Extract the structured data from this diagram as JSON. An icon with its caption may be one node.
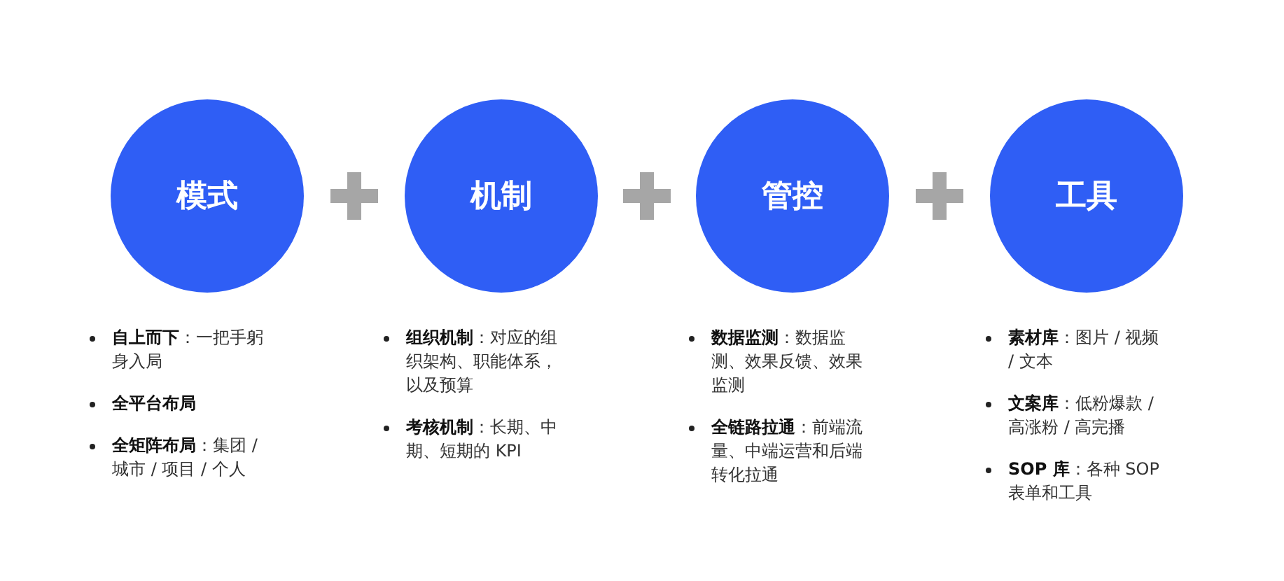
{
  "diagram": {
    "nodes": [
      {
        "text": [
          "模式"
        ],
        "beside": [
          "**自上而下**：一把手躬身入局",
          "**全平台布局**",
          "**全矩阵布局**：集团 / 城市 / 项目 / 个人"
        ]
      },
      {
        "text": [
          "机制"
        ],
        "beside": [
          "**组织机制**：对应的组织架构、职能体系，以及预算",
          "**考核机制**：长期、中期、短期的 KPI"
        ]
      },
      {
        "text": [
          "管控"
        ],
        "beside": [
          "**数据监测**：数据监测、效果反馈、效果监测",
          "**全链路拉通**：前端流量、中端运营和后端转化拉通"
        ]
      },
      {
        "text": [
          "工具"
        ],
        "beside": [
          "**素材库**：图片 / 视频 / 文本",
          "**文案库**：低粉爆款 / 高涨粉 / 高完播",
          "**SOP 库**：各种 SOP 表单和工具"
        ]
      }
    ]
  }
}
